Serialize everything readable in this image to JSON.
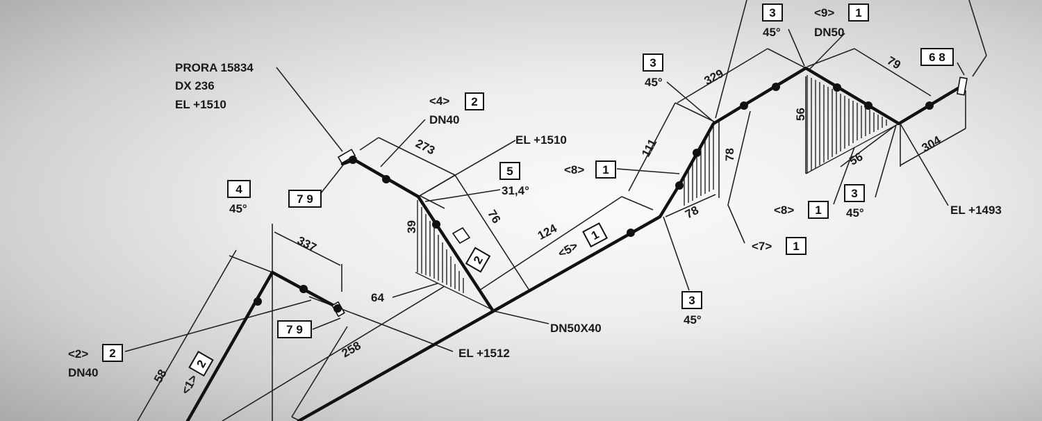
{
  "callouts": {
    "prora": [
      "PRORA 15834",
      "DX 236",
      "EL +1510"
    ],
    "el_1510_top": "EL +1510",
    "el_1512": "EL +1512",
    "el_1493": "EL +1493",
    "dn50x40": "DN50X40",
    "tag4_pre": "<4>",
    "tag4_box": "2",
    "dn40_top": "DN40",
    "tag2_pre": "<2>",
    "tag2_box": "2",
    "dn40_left": "DN40",
    "tag1_pre": "<1>",
    "tag1_box": "2",
    "box_79_a": "7 9",
    "box_79_b": "7 9",
    "box_68": "6 8",
    "box_4": "4",
    "deg_45_a": "45°",
    "box_5": "5",
    "angle_314": "31,4°",
    "box_2_diag": "2",
    "tag5_pre": "<5>",
    "tag5_box": "1",
    "tag8a_pre": "<8>",
    "tag8a_box": "1",
    "box_3_a": "3",
    "deg_45_b": "45°",
    "box_3_b": "3",
    "deg_45_c": "45°",
    "box_3_c": "3",
    "deg_45_d": "45°",
    "tag9_pre": "<9>",
    "tag9_box": "1",
    "dn50": "DN50",
    "tag8b_pre": "<8>",
    "tag8b_box": "1",
    "box_3_d": "3",
    "deg_45_e": "45°",
    "tag7_pre": "<7>",
    "tag7_box": "1"
  },
  "dimensions": {
    "d337": "337",
    "d273": "273",
    "d76": "76",
    "d39": "39",
    "d64": "64",
    "d258": "258",
    "d58": "58",
    "d124": "124",
    "d111": "111",
    "d78_a": "78",
    "d78_b": "78",
    "d329": "329",
    "d56_a": "56",
    "d56_b": "56",
    "d79": "79",
    "d304": "304"
  }
}
